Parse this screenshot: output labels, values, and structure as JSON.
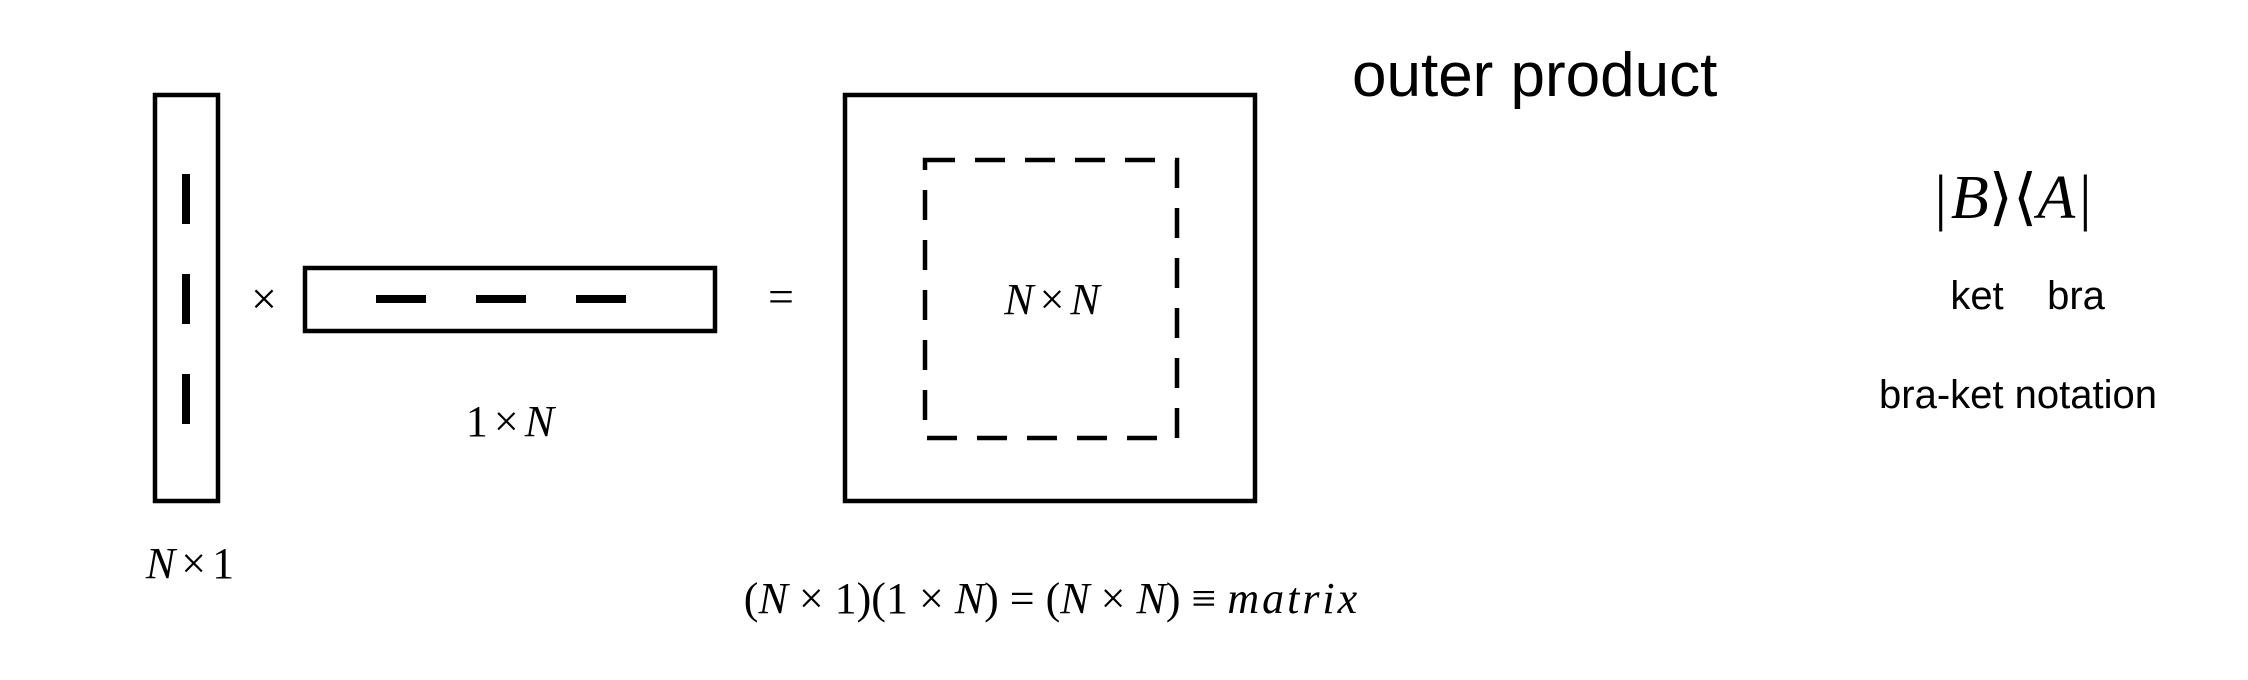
{
  "diagram": {
    "title": "outer product",
    "column_vector_label": {
      "n": "N",
      "op": "×",
      "one": "1"
    },
    "times_sign": "×",
    "row_vector_label": {
      "one": "1",
      "op": "×",
      "n": "N"
    },
    "equals_sign": "=",
    "matrix_inner_label": {
      "n1": "N",
      "op": "×",
      "n2": "N"
    },
    "equation": {
      "open1": "(",
      "n1": "N",
      "x1": " × ",
      "one1": "1",
      "close1": ")",
      "open2": "(",
      "one2": "1",
      "x2": " × ",
      "n2": "N",
      "close2": ")",
      "eq": " = ",
      "open3": "(",
      "n3": "N",
      "x3": " × ",
      "n4": "N",
      "close3": ")",
      "equiv": " ≡ ",
      "word": "matrix"
    },
    "braket": {
      "bar1": "|",
      "ket_letter": "B",
      "rangle": "⟩",
      "langle": "⟨",
      "bra_letter": "A",
      "bar2": "|",
      "ket_label": "ket",
      "bra_label": "bra",
      "notation_label": "bra-ket notation"
    }
  }
}
